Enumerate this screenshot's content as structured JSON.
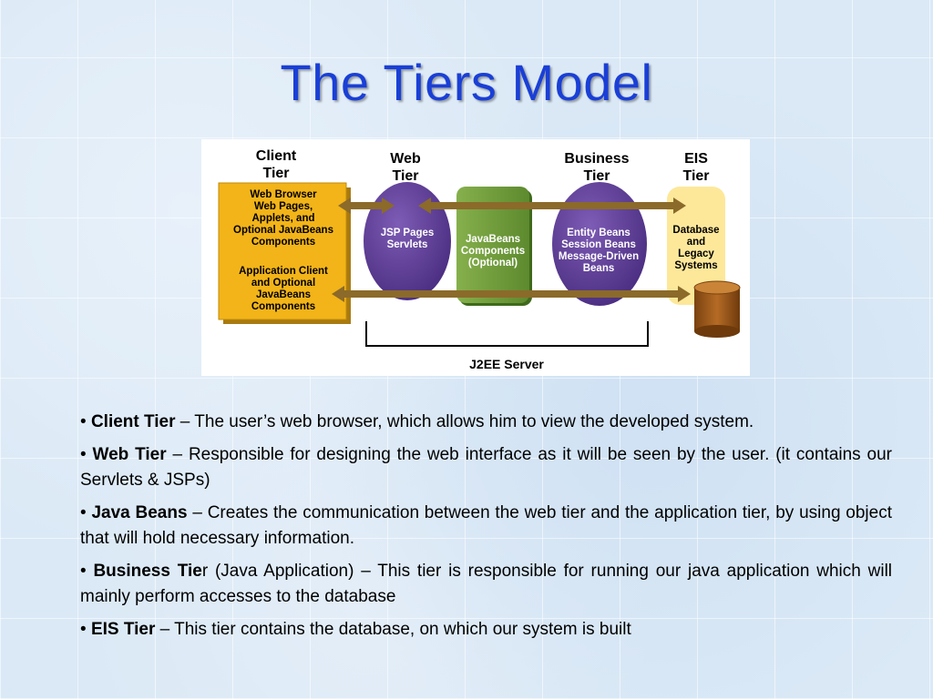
{
  "slide": {
    "title": "The Tiers Model"
  },
  "diagram": {
    "tiers": {
      "client": [
        "Client",
        "Tier"
      ],
      "web": [
        "Web",
        "Tier"
      ],
      "business": [
        "Business",
        "Tier"
      ],
      "eis": [
        "EIS",
        "Tier"
      ]
    },
    "client_box": {
      "browser_lines": [
        "Web Browser",
        "Web Pages,",
        "Applets, and",
        "Optional JavaBeans",
        "Components"
      ],
      "app_lines": [
        "Application Client",
        "and Optional",
        "JavaBeans",
        "Components"
      ]
    },
    "web_oval": [
      "JSP Pages",
      "Servlets"
    ],
    "javabeans_box": [
      "JavaBeans",
      "Components",
      "(Optional)"
    ],
    "business_oval": [
      "Entity Beans",
      "Session Beans",
      "Message-Driven",
      "Beans"
    ],
    "eis_box": [
      "Database",
      "and",
      "Legacy",
      "Systems"
    ],
    "server_label": "J2EE Server",
    "colors": {
      "client_fill": "#f2b418",
      "purple": "#5b3b91",
      "green": "#6f9a3a",
      "eis_fill": "#fde89a",
      "arrow": "#8b6a2a",
      "db": "#9b5a1a"
    }
  },
  "bullets": [
    {
      "term": "Client Tier",
      "text": " – The user’s web browser, which allows him to view the developed system."
    },
    {
      "term": "Web Tier",
      "text": " – Responsible for designing the web interface as it will be seen by the user. (it contains our Servlets & JSPs)"
    },
    {
      "term": "Java Beans",
      "text": " – Creates the communication between the web tier and the application tier, by using object that will hold necessary information."
    },
    {
      "term": "Business Tie",
      "text": "r (Java Application) – This tier is responsible for running our java application which will mainly perform accesses to the database"
    },
    {
      "term": "EIS Tier",
      "text": " – This tier contains the database, on which our system is built"
    }
  ]
}
